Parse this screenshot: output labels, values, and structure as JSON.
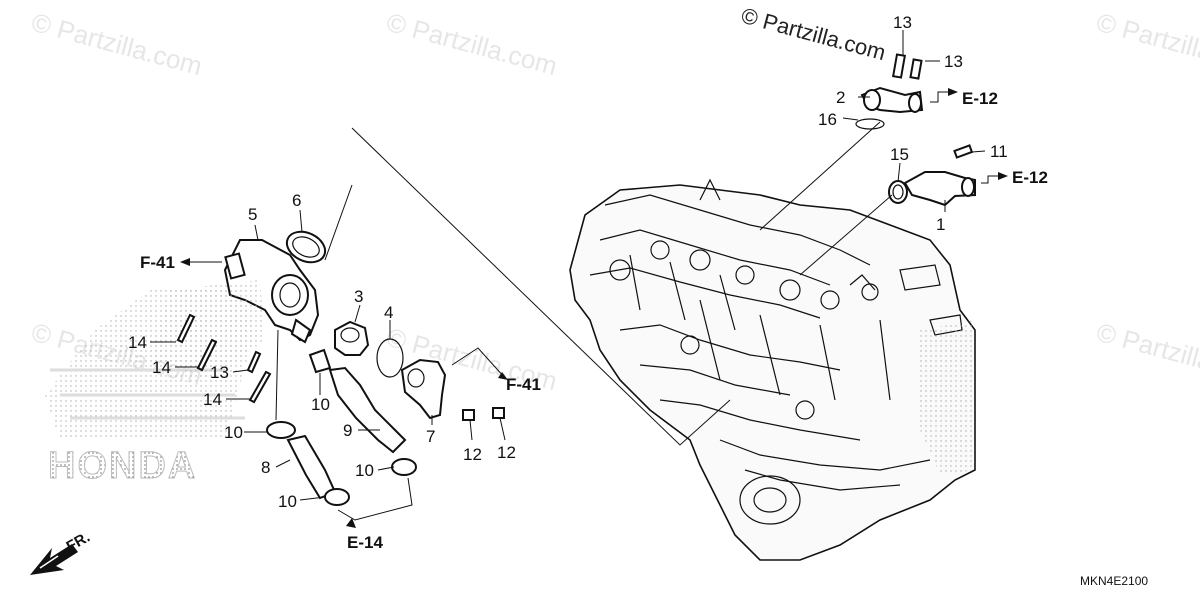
{
  "watermark": "© Partzilla.com",
  "watermark_top": "© Partzilla.com",
  "logo_text": "HONDA",
  "front_indicator": "FR.",
  "diagram_code": "MKN4E2100",
  "callouts": {
    "c13a": "13",
    "c13b": "13",
    "c2": "2",
    "c16": "16",
    "c11": "11",
    "c15": "15",
    "c1": "1",
    "c6": "6",
    "c5": "5",
    "c3": "3",
    "c4": "4",
    "c14a": "14",
    "c14b": "14",
    "c13c": "13",
    "c14c": "14",
    "c10a": "10",
    "c9": "9",
    "c7": "7",
    "c12a": "12",
    "c12b": "12",
    "c10b": "10",
    "c8": "8",
    "c10c": "10",
    "c10d": "10"
  },
  "refs": {
    "e12a": "E-12",
    "e12b": "E-12",
    "f41a": "F-41",
    "f41b": "F-41",
    "e14": "E-14"
  }
}
